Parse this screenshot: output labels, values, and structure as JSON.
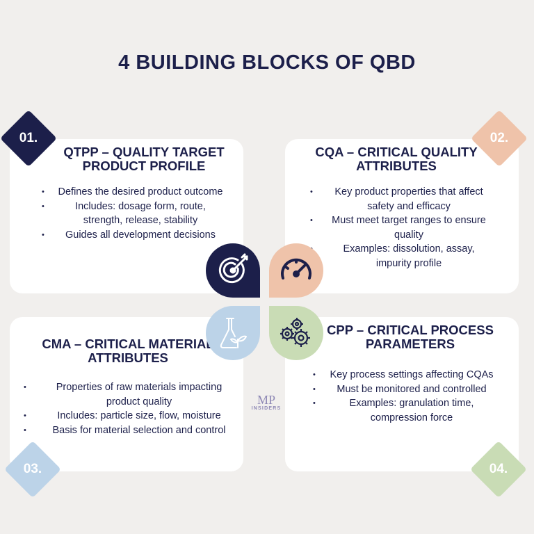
{
  "title": "4 BUILDING BLOCKS OF QBD",
  "blocks": [
    {
      "number": "01.",
      "title": "QTPP – QUALITY TARGET PRODUCT PROFILE",
      "bullets": [
        "Defines the desired product outcome",
        "Includes: dosage form, route, strength, release, stability",
        "Guides all development decisions"
      ],
      "color": "#1c1f4a",
      "icon": "target-icon"
    },
    {
      "number": "02.",
      "title": "CQA – CRITICAL QUALITY ATTRIBUTES",
      "bullets": [
        "Key product properties that affect safety and efficacy",
        "Must meet target ranges to ensure quality",
        "Examples: dissolution, assay, impurity profile"
      ],
      "color": "#efc3aa",
      "icon": "gauge-icon"
    },
    {
      "number": "03.",
      "title": "CMA – CRITICAL MATERIAL ATTRIBUTES",
      "bullets": [
        "Properties of raw materials impacting product quality",
        "Includes: particle size, flow, moisture",
        "Basis for material selection and control"
      ],
      "color": "#bcd3e8",
      "icon": "flask-leaf-icon"
    },
    {
      "number": "04.",
      "title": "CPP – CRITICAL PROCESS PARAMETERS",
      "bullets": [
        "Key process settings affecting CQAs",
        "Must be monitored and controlled",
        "Examples: granulation time, compression force"
      ],
      "color": "#c9dcb5",
      "icon": "gears-icon"
    }
  ],
  "logo": {
    "main": "MP",
    "sub": "INSIDERS"
  }
}
